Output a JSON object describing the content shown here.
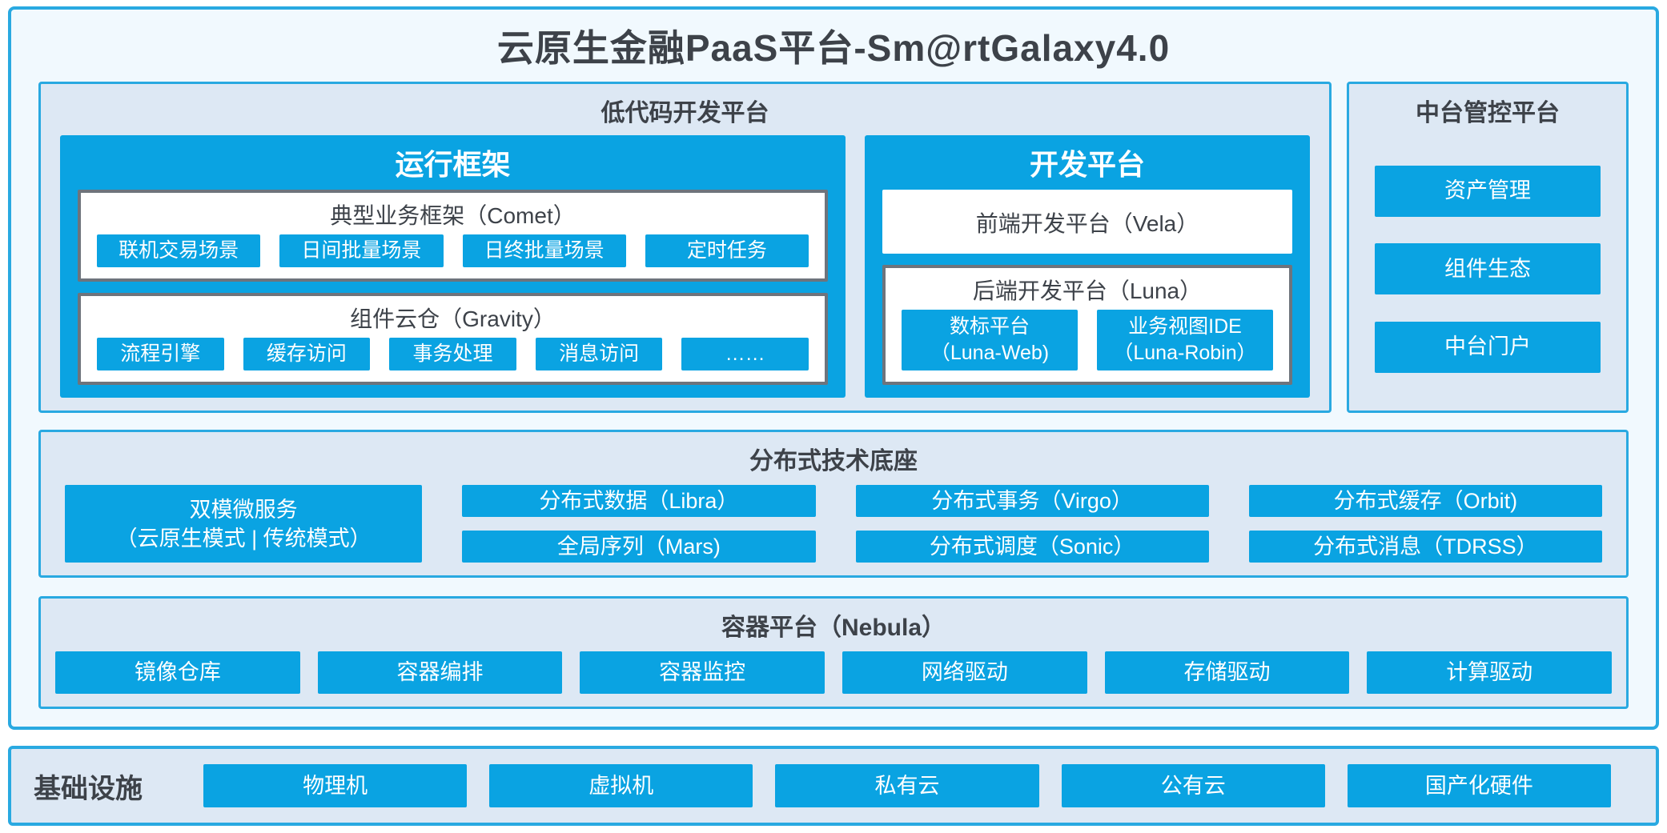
{
  "title": "云原生金融PaaS平台-Sm@rtGalaxy4.0",
  "colors": {
    "accent": "#0aa3e2",
    "border": "#29a9e1",
    "section_bg": "#dde8f4",
    "outer_bg": "#f1f9fe",
    "dark_text": "#3d4249",
    "inner_border_gray": "#6e747c"
  },
  "lowcode": {
    "header": "低代码开发平台",
    "runtime": {
      "title": "运行框架",
      "comet": {
        "title": "典型业务框架（Comet）",
        "items": [
          "联机交易场景",
          "日间批量场景",
          "日终批量场景",
          "定时任务"
        ]
      },
      "gravity": {
        "title": "组件云仓（Gravity）",
        "items": [
          "流程引擎",
          "缓存访问",
          "事务处理",
          "消息访问",
          "……"
        ]
      }
    },
    "dev": {
      "title": "开发平台",
      "vela": "前端开发平台（Vela）",
      "luna": {
        "title": "后端开发平台（Luna）",
        "items": [
          {
            "line1": "数标平台",
            "line2": "（Luna-Web)"
          },
          {
            "line1": "业务视图IDE",
            "line2": "（Luna-Robin）"
          }
        ]
      }
    }
  },
  "midplatform": {
    "header": "中台管控平台",
    "items": [
      "资产管理",
      "组件生态",
      "中台门户"
    ]
  },
  "distributed": {
    "header": "分布式技术底座",
    "dual": {
      "line1": "双模微服务",
      "line2": "（云原生模式 | 传统模式）"
    },
    "col1": [
      "分布式数据（Libra）",
      "全局序列（Mars)"
    ],
    "col2": [
      "分布式事务（Virgo）",
      "分布式调度（Sonic）"
    ],
    "col3": [
      "分布式缓存（Orbit)",
      "分布式消息（TDRSS）"
    ]
  },
  "container_platform": {
    "header": "容器平台（Nebula）",
    "items": [
      "镜像仓库",
      "容器编排",
      "容器监控",
      "网络驱动",
      "存储驱动",
      "计算驱动"
    ]
  },
  "infrastructure": {
    "label": "基础设施",
    "items": [
      "物理机",
      "虚拟机",
      "私有云",
      "公有云",
      "国产化硬件"
    ]
  }
}
